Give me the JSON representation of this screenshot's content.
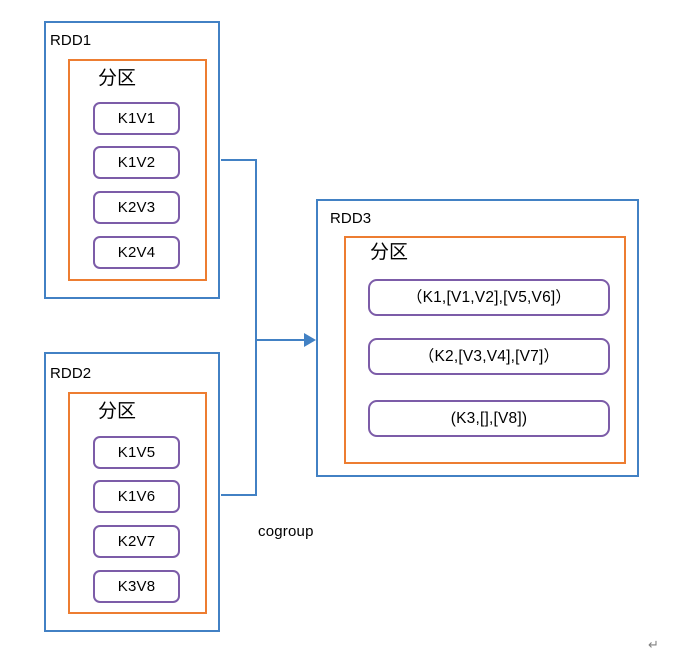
{
  "diagram": {
    "title_text": "cogroup",
    "paragraph_mark": "↵",
    "colors": {
      "rdd_border": "#4281C4",
      "partition_border": "#ED7D31",
      "record_border": "#7C5CA8",
      "connector": "#4281C4",
      "spellcheck_underline": "#FF0000",
      "paragraph_mark": "#808080",
      "background": "#FFFFFF"
    },
    "nodes": [
      {
        "id": "rdd1",
        "label": "RDD1",
        "partition_label": "分区",
        "records": [
          "K1V1",
          "K1V2",
          "K2V3",
          "K2V4"
        ]
      },
      {
        "id": "rdd2",
        "label": "RDD2",
        "partition_label": "分区",
        "records": [
          "K1V5",
          "K1V6",
          "K2V7",
          "K3V8"
        ]
      },
      {
        "id": "rdd3",
        "label": "RDD3",
        "partition_label": "分区",
        "records": [
          "（K1,[V1,V2],[V5,V6]）",
          "（K2,[V3,V4],[V7]）",
          "(K3,[],[V8])"
        ]
      }
    ],
    "edges": [
      {
        "from": "rdd1",
        "to": "rdd3",
        "label": "cogroup"
      },
      {
        "from": "rdd2",
        "to": "rdd3",
        "label": "cogroup"
      }
    ]
  }
}
